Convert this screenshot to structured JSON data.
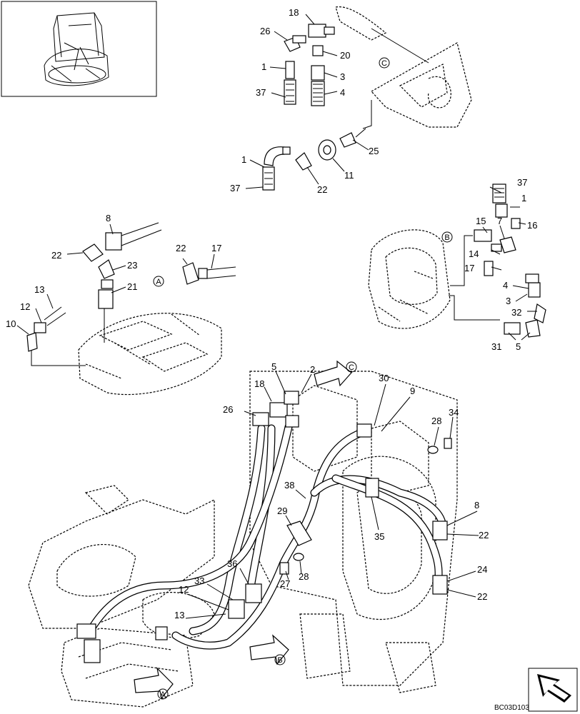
{
  "drawing_code": "BC03D103",
  "detail_refs": [
    "A",
    "B",
    "C"
  ],
  "callouts": {
    "c1": "1",
    "c2": "2",
    "c3": "3",
    "c4": "4",
    "c5": "5",
    "c7": "7",
    "c8": "8",
    "c9": "9",
    "c10": "10",
    "c11": "11",
    "c12": "12",
    "c13": "13",
    "c14": "14",
    "c15": "15",
    "c16": "16",
    "c17": "17",
    "c18": "18",
    "c20": "20",
    "c21": "21",
    "c22": "22",
    "c23": "23",
    "c24": "24",
    "c25": "25",
    "c26": "26",
    "c27": "27",
    "c28": "28",
    "c29": "29",
    "c30": "30",
    "c31": "31",
    "c32": "32",
    "c33": "33",
    "c34": "34",
    "c35": "35",
    "c36": "36",
    "c37": "37",
    "c38": "38"
  }
}
